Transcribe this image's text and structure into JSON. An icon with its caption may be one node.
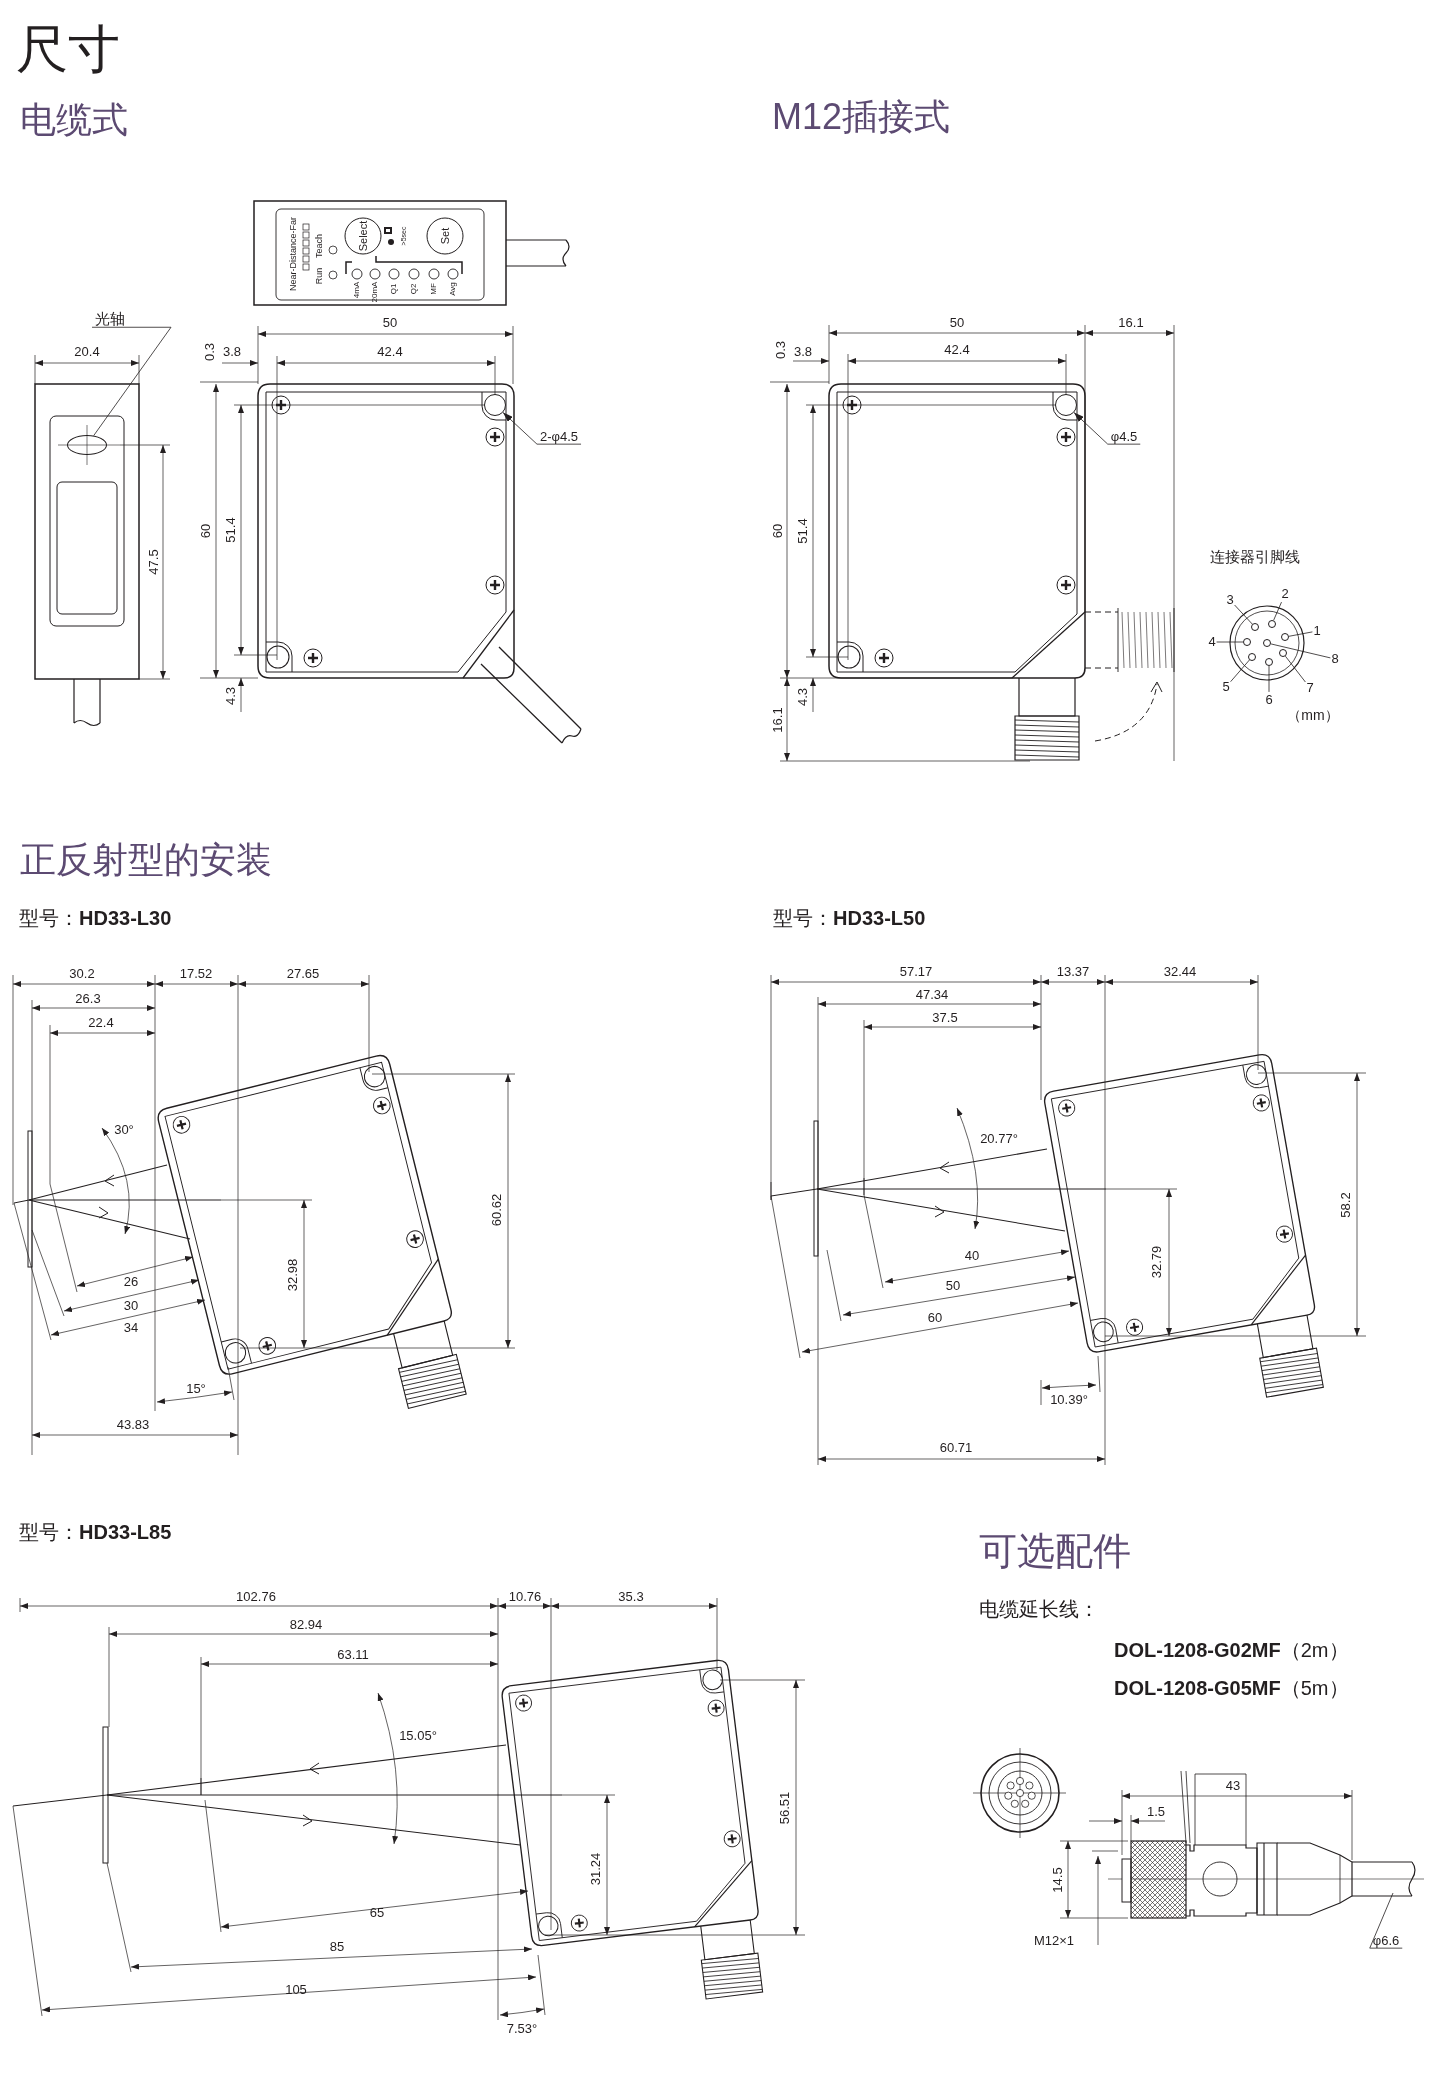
{
  "diagram": {
    "title": "尺寸",
    "nodes": [
      {
        "text": [
          "光轴"
        ]
      },
      {
        "text": [
          "2-φ4.5"
        ]
      },
      {
        "text": [
          "φ4.5"
        ]
      },
      {
        "text": [
          "1"
        ]
      },
      {
        "text": [
          "2"
        ]
      },
      {
        "text": [
          "3"
        ]
      },
      {
        "text": [
          "4"
        ]
      },
      {
        "text": [
          "5"
        ]
      },
      {
        "text": [
          "6"
        ]
      },
      {
        "text": [
          "7"
        ]
      },
      {
        "text": [
          "8"
        ]
      },
      {
        "text": [
          "φ6.6"
        ]
      },
      {
        "text": [],
        "shape": "circle"
      },
      {
        "text": [],
        "shape": "circle"
      },
      {
        "text": [],
        "shape": "circle"
      },
      {
        "text": [],
        "shape": "circle"
      },
      {
        "text": [],
        "shape": "circle"
      },
      {
        "text": [],
        "shape": "circle"
      },
      {
        "text": [],
        "shape": "circle"
      },
      {
        "text": [],
        "shape": "circle"
      },
      {
        "text": [],
        "shape": "circle"
      },
      {
        "text": [],
        "shape": "circle"
      },
      {
        "text": [],
        "shape": "circle"
      }
    ],
    "edges": [
      {
        "from": 0,
        "to": 20,
        "arrow": "none"
      },
      {
        "from": 1,
        "to": 21,
        "arrow": "to"
      },
      {
        "from": 2,
        "to": 22,
        "arrow": "to"
      },
      {
        "from": 3,
        "to": 12,
        "arrow": "none"
      },
      {
        "from": 4,
        "to": 13,
        "arrow": "none"
      },
      {
        "from": 5,
        "to": 14,
        "arrow": "none"
      },
      {
        "from": 6,
        "to": 15,
        "arrow": "none"
      },
      {
        "from": 7,
        "to": 16,
        "arrow": "none"
      },
      {
        "from": 8,
        "to": 17,
        "arrow": "none"
      },
      {
        "from": 9,
        "to": 18,
        "arrow": "none"
      },
      {
        "from": 10,
        "to": 19,
        "arrow": "none"
      },
      {
        "from": 11,
        "to": null,
        "arrow": "none"
      }
    ],
    "labels": [
      "电缆式",
      "M12插接式",
      "Near-Distance-Far",
      "Run",
      "Teach",
      "Select",
      ">5sec",
      "Set",
      "4mA",
      "20mA",
      "Q1",
      "Q2",
      "MF",
      "Avg",
      "20.4",
      "47.5",
      "50",
      "0.3",
      "3.8",
      "42.4",
      "60",
      "51.4",
      "4.3",
      "50",
      "16.1",
      "0.3",
      "3.8",
      "42.4",
      "60",
      "51.4",
      "4.3",
      "16.1",
      "连接器引脚线",
      "（mm）",
      "正反射型的安装",
      "型号：**HD33-L30**",
      "30.2",
      "17.52",
      "27.65",
      "26.3",
      "22.4",
      "30°",
      "60.62",
      "32.98",
      "26",
      "30",
      "34",
      "15°",
      "43.83",
      "型号：**HD33-L50**",
      "57.17",
      "13.37",
      "32.44",
      "47.34",
      "37.5",
      "20.77°",
      "58.2",
      "32.79",
      "40",
      "50",
      "60",
      "10.39°",
      "60.71",
      "型号：**HD33-L85**",
      "102.76",
      "10.76",
      "35.3",
      "82.94",
      "63.11",
      "15.05°",
      "56.51",
      "31.24",
      "65",
      "85",
      "105",
      "7.53°",
      "可选配件",
      "电缆延长线：",
      "**DOL-1208-G02MF**（2m）",
      "**DOL-1208-G05MF**（5m）",
      "43",
      "1.5",
      "14.5",
      "M12×1"
    ]
  }
}
